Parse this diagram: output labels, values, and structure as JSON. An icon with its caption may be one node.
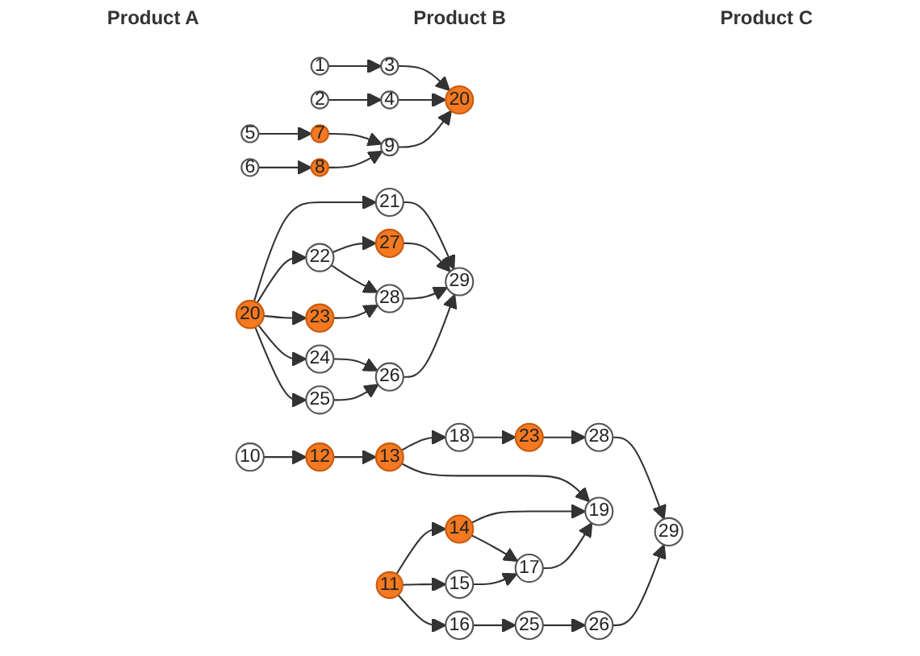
{
  "diagram": {
    "nodes": [
      {
        "text": [
          "1"
        ]
      },
      {
        "text": [
          "3"
        ]
      },
      {
        "text": [
          "2"
        ]
      },
      {
        "text": [
          "4"
        ]
      },
      {
        "text": [
          "5"
        ]
      },
      {
        "text": [
          "7"
        ]
      },
      {
        "text": [
          "6"
        ]
      },
      {
        "text": [
          "8"
        ]
      },
      {
        "text": [
          "9"
        ]
      },
      {
        "text": [
          "20"
        ]
      },
      {
        "text": [
          "20"
        ]
      },
      {
        "text": [
          "21"
        ]
      },
      {
        "text": [
          "22"
        ]
      },
      {
        "text": [
          "27"
        ]
      },
      {
        "text": [
          "29"
        ]
      },
      {
        "text": [
          "23"
        ]
      },
      {
        "text": [
          "28"
        ]
      },
      {
        "text": [
          "24"
        ]
      },
      {
        "text": [
          "25"
        ]
      },
      {
        "text": [
          "26"
        ]
      },
      {
        "text": [
          "10"
        ]
      },
      {
        "text": [
          "12"
        ]
      },
      {
        "text": [
          "13"
        ]
      },
      {
        "text": [
          "18"
        ]
      },
      {
        "text": [
          "23"
        ]
      },
      {
        "text": [
          "28"
        ]
      },
      {
        "text": [
          "29"
        ]
      },
      {
        "text": [
          "11"
        ]
      },
      {
        "text": [
          "14"
        ]
      },
      {
        "text": [
          "19"
        ]
      },
      {
        "text": [
          "15"
        ]
      },
      {
        "text": [
          "17"
        ]
      },
      {
        "text": [
          "16"
        ]
      },
      {
        "text": [
          "25"
        ]
      },
      {
        "text": [
          "26"
        ]
      }
    ],
    "edges": [
      {
        "from": 0,
        "to": 1,
        "arrow": "to"
      },
      {
        "from": 2,
        "to": 3,
        "arrow": "to"
      },
      {
        "from": 4,
        "to": 5,
        "arrow": "to"
      },
      {
        "from": 6,
        "to": 7,
        "arrow": "to"
      },
      {
        "from": 1,
        "to": 9,
        "arrow": "to"
      },
      {
        "from": 3,
        "to": 9,
        "arrow": "to"
      },
      {
        "from": 5,
        "to": 8,
        "arrow": "to"
      },
      {
        "from": 7,
        "to": 8,
        "arrow": "to"
      },
      {
        "from": 8,
        "to": 9,
        "arrow": "to"
      },
      {
        "from": 10,
        "to": 11,
        "arrow": "to"
      },
      {
        "from": 10,
        "to": 12,
        "arrow": "to"
      },
      {
        "from": 10,
        "to": 15,
        "arrow": "to"
      },
      {
        "from": 10,
        "to": 17,
        "arrow": "to"
      },
      {
        "from": 10,
        "to": 18,
        "arrow": "to"
      },
      {
        "from": 11,
        "to": 14,
        "arrow": "to"
      },
      {
        "from": 12,
        "to": 13,
        "arrow": "to"
      },
      {
        "from": 12,
        "to": 16,
        "arrow": "to"
      },
      {
        "from": 13,
        "to": 14,
        "arrow": "to"
      },
      {
        "from": 15,
        "to": 16,
        "arrow": "to"
      },
      {
        "from": 16,
        "to": 14,
        "arrow": "to"
      },
      {
        "from": 17,
        "to": 19,
        "arrow": "to"
      },
      {
        "from": 18,
        "to": 19,
        "arrow": "to"
      },
      {
        "from": 19,
        "to": 14,
        "arrow": "to"
      },
      {
        "from": 20,
        "to": 21,
        "arrow": "to"
      },
      {
        "from": 21,
        "to": 22,
        "arrow": "to"
      },
      {
        "from": 22,
        "to": 23,
        "arrow": "to"
      },
      {
        "from": 23,
        "to": 24,
        "arrow": "to"
      },
      {
        "from": 24,
        "to": 25,
        "arrow": "to"
      },
      {
        "from": 25,
        "to": 26,
        "arrow": "to"
      },
      {
        "from": 22,
        "to": 29,
        "arrow": "to"
      },
      {
        "from": 27,
        "to": 28,
        "arrow": "to"
      },
      {
        "from": 28,
        "to": 29,
        "arrow": "to"
      },
      {
        "from": 27,
        "to": 30,
        "arrow": "to"
      },
      {
        "from": 27,
        "to": 32,
        "arrow": "to"
      },
      {
        "from": 28,
        "to": 31,
        "arrow": "to"
      },
      {
        "from": 30,
        "to": 31,
        "arrow": "to"
      },
      {
        "from": 31,
        "to": 29,
        "arrow": "to"
      },
      {
        "from": 32,
        "to": 33,
        "arrow": "to"
      },
      {
        "from": 33,
        "to": 34,
        "arrow": "to"
      },
      {
        "from": 34,
        "to": 26,
        "arrow": "to"
      }
    ],
    "labels": [
      "Product A",
      "Product B",
      "Product C"
    ]
  }
}
